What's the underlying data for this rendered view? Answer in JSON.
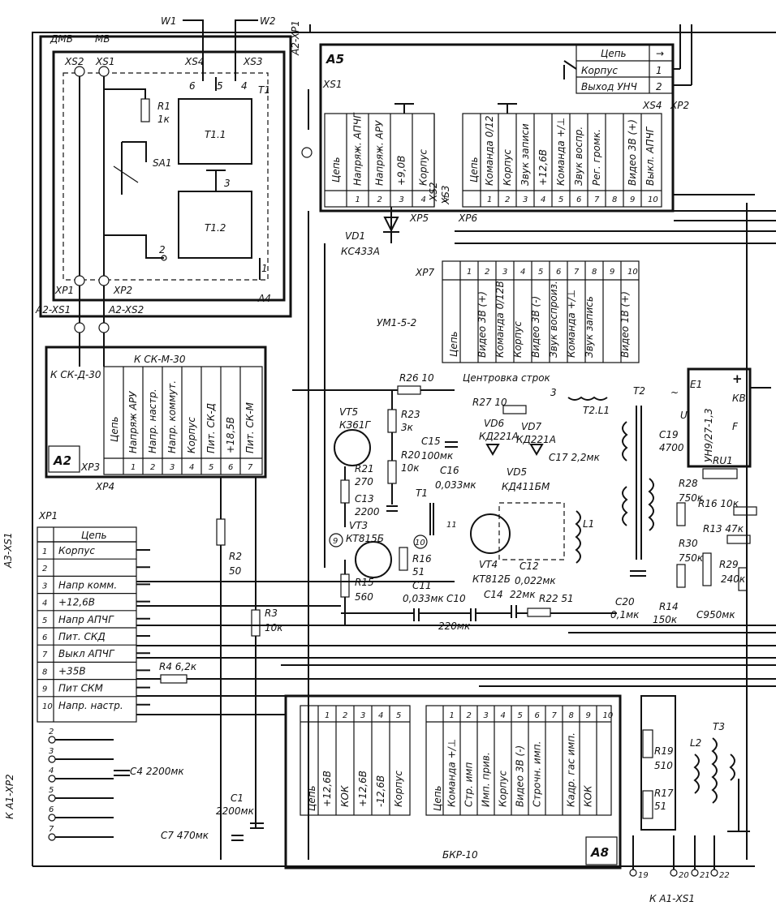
{
  "antennas": {
    "w1": "W1",
    "w2": "W2",
    "dmv": "ДМВ",
    "mv": "МВ"
  },
  "block_a4": {
    "id": "A4",
    "connectors": [
      "XS2",
      "XS1",
      "XS4",
      "XS3",
      "XP1",
      "XP2"
    ],
    "parts": {
      "r1": "R1",
      "r1v": "1к",
      "sa1": "SA1",
      "t1": "T1",
      "t11": "T1.1",
      "t12": "T1.2"
    },
    "pins": [
      "6",
      "5",
      "4",
      "3",
      "2",
      "1"
    ],
    "links": [
      "A2-XS1",
      "A2-XS2"
    ]
  },
  "block_a5": {
    "id": "A5",
    "xs1": "XS1",
    "a2xp1": "A2-XP1",
    "table_top": {
      "header": [
        "Цепь",
        "→"
      ],
      "rows": [
        [
          "Корпус",
          "1"
        ],
        [
          "Выход УНЧ",
          "2"
        ]
      ]
    },
    "xs4": "XS4",
    "xp2": "XP2",
    "conn_left": {
      "header": "Цепь",
      "labels": [
        "Напряж. АПЧГ",
        "Напряж. АРУ",
        "+9,0В",
        "Корпус"
      ],
      "pins": [
        "1",
        "2",
        "3",
        "4",
        "5"
      ],
      "name": "XS2"
    },
    "conn_right": {
      "header": "Цепь",
      "labels": [
        "Команда 0/12",
        "Корпус",
        "Звук записи",
        "+12,6В",
        "Команда +/⊥",
        "Звук воспр.",
        "Рег. громк.",
        "",
        "Видео 3В (+)",
        "Выкл. АПЧГ"
      ],
      "pins": [
        "1",
        "2",
        "3",
        "4",
        "5",
        "6",
        "7",
        "8",
        "9",
        "10"
      ],
      "name": "XS3"
    },
    "xp5": "XP5",
    "xp6": "XP6",
    "vd1": "VD1",
    "vd1t": "КС433А"
  },
  "xp7": {
    "id": "XP7",
    "header": "Цепь",
    "labels": [
      "Видео 3В (+)",
      "Команда 0/12В",
      "Корпус",
      "Видео 3В (-)",
      "Звук воспроиз.",
      "Команда +/⊥",
      "Звук запись",
      "",
      "Видео 1В (+)"
    ],
    "pins": [
      "1",
      "2",
      "3",
      "4",
      "5",
      "6",
      "7",
      "8",
      "9",
      "10"
    ],
    "name": "УМ1-5-2"
  },
  "block_a2": {
    "id": "A2",
    "title": "К СК-М-30",
    "sub": "К СК-Д-30",
    "xp3": "XP3",
    "xp4": "XP4",
    "header": "Цепь",
    "labels": [
      "Напряж АРУ",
      "Напр. настр.",
      "Напр. коммут.",
      "Корпус",
      "Пит. СК-Д",
      "+18,5В",
      "Пит. СК-М"
    ],
    "pins": [
      "1",
      "2",
      "3",
      "4",
      "5",
      "6",
      "7"
    ]
  },
  "xp1": {
    "id": "XP1",
    "side": "А3-XS1",
    "header": "Цепь",
    "rows": [
      [
        "1",
        "Корпус"
      ],
      [
        "2",
        ""
      ],
      [
        "3",
        "Напр комм."
      ],
      [
        "4",
        "+12,6В"
      ],
      [
        "5",
        "Напр АПЧГ"
      ],
      [
        "6",
        "Пит. СКД"
      ],
      [
        "7",
        "Выкл АПЧГ"
      ],
      [
        "8",
        "+35В"
      ],
      [
        "9",
        "Пит СКМ"
      ],
      [
        "10",
        "Напр. настр."
      ]
    ]
  },
  "parts": {
    "r26": "R26 10",
    "r23": "R23",
    "r23v": "3к",
    "vt5": "VT5",
    "vt5t": "КЗ61Г",
    "r20": "R20",
    "r20v": "10к",
    "c15": "C15",
    "c15v": "100мк",
    "r21": "R21",
    "r21v": "270",
    "c13": "C13",
    "c13v": "2200",
    "vt3": "VT3",
    "vt3t": "КТ815Б",
    "r15": "R15",
    "r15v": "560",
    "r16": "R16",
    "r16v": "51",
    "c11": "C11",
    "c11v": "0,033мк",
    "c10": "C10",
    "c10v": "220мк",
    "c14": "C14",
    "c14v": "22мк",
    "r22": "R22 51",
    "r27": "R27 10",
    "vd6": "VD6",
    "vd6t": "КД221А",
    "vd7": "VD7",
    "vd7t": "КД221А",
    "c16": "C16",
    "c16v": "0,033мк",
    "vd5": "VD5",
    "vd5t": "КД411БМ",
    "c17": "C17 2,2мк",
    "t1": "T1",
    "vt4": "VT4",
    "vt4t": "КТ812Б",
    "c12": "C12",
    "c12v": "0,022мк",
    "l1": "L1",
    "centr": "Центровка строк",
    "t2": "T2",
    "t2l1": "T2.L1",
    "c19": "C19",
    "c19v": "4700",
    "c20": "C20",
    "c20v": "0,1мк",
    "r28": "R28",
    "r28v": "750к",
    "r30": "R30",
    "r30v": "750к",
    "r14": "R14",
    "r14v": "150к",
    "c9": "C9",
    "c9v": "50мк",
    "e1": "E1",
    "e1t": "УН9/27-1,3",
    "kv": "КВ",
    "u": "U",
    "f": "F",
    "ru1": "RU1",
    "r16b": "R16 10к",
    "r13": "R13 47к",
    "r29": "R29",
    "r29v": "240к",
    "r2": "R2",
    "r2v": "50",
    "r3": "R3",
    "r3v": "10к",
    "r4": "R4 6,2к",
    "c4": "C4 2200мк",
    "c1": "C1",
    "c1v": "2200мк",
    "c7": "C7 470мк",
    "r19": "R19",
    "r19v": "510",
    "r17": "R17",
    "r17v": "51",
    "l2": "L2",
    "t3": "T3"
  },
  "block_a8": {
    "id": "A8",
    "name": "БКР-10",
    "left": {
      "header": "Цепь",
      "labels": [
        "+12,6В",
        "КОК",
        "+12,6В",
        "-12,6В",
        "Корпус"
      ],
      "pins": [
        "1",
        "2",
        "3",
        "4",
        "5"
      ]
    },
    "right": {
      "header": "Цепь",
      "labels": [
        "Команда +/⊥",
        "Стр. имп",
        "Имп. прив.",
        "Корпус",
        "Видео 3В (-)",
        "Строчн. имп.",
        "",
        "Кадр. гас имп.",
        "КОК"
      ],
      "pins": [
        "1",
        "2",
        "3",
        "4",
        "5",
        "6",
        "7",
        "8",
        "9",
        "10"
      ]
    }
  },
  "bottom": {
    "a1xp2": "К А1-ХР2",
    "a1xs1": "К А1-XS1",
    "pins": [
      "2",
      "3",
      "4",
      "5",
      "6",
      "7"
    ],
    "pins2": [
      "19",
      "20",
      "21",
      "22"
    ]
  },
  "nodes": {
    "n9": "9",
    "n10": "10",
    "n11": "11",
    "tp3": "3"
  }
}
